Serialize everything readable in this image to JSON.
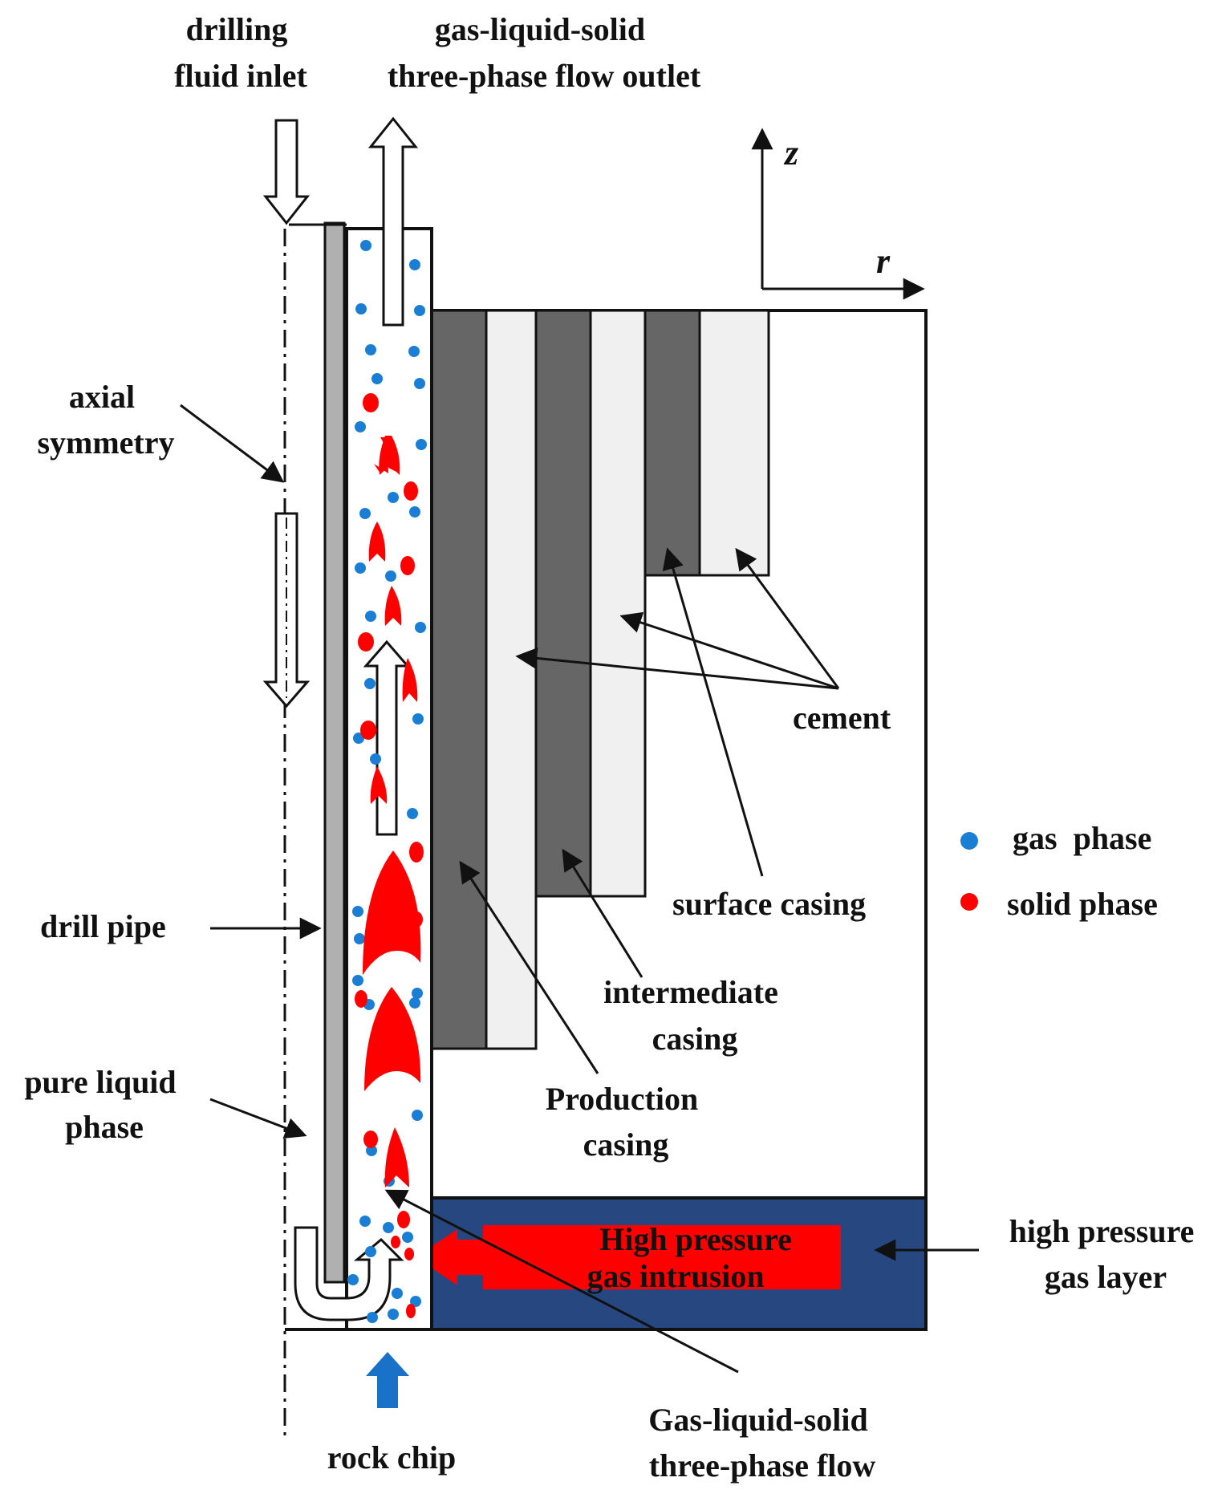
{
  "labels": {
    "drilling_fluid_inlet": [
      "drilling",
      "fluid inlet"
    ],
    "three_phase_outlet": [
      "gas-liquid-solid",
      "three-phase flow outlet"
    ],
    "axial_symmetry": [
      "axial",
      "symmetry"
    ],
    "drill_pipe": "drill pipe",
    "pure_liquid_phase": [
      "pure liquid",
      "phase"
    ],
    "cement": "cement",
    "surface_casing": "surface casing",
    "intermediate_casing": [
      "intermediate",
      "casing"
    ],
    "production_casing": [
      "Production",
      "casing"
    ],
    "high_pressure_gas_intrusion": [
      "High pressure",
      "gas intrusion"
    ],
    "high_pressure_gas_layer": [
      "high pressure",
      "gas layer"
    ],
    "rock_chip": "rock chip",
    "three_phase_flow": [
      "Gas-liquid-solid",
      "three-phase flow"
    ],
    "axis_z": "z",
    "axis_r": "r"
  },
  "legend": [
    {
      "label": "gas  phase",
      "color": "#1a7fd4"
    },
    {
      "label": "solid phase",
      "color": "#ff0000"
    }
  ],
  "colors": {
    "casing_dark": "#666666",
    "cement_light": "#f0f0f0",
    "drill_pipe": "#b0b0b0",
    "gas_layer": "#26477f",
    "intrusion_red": "#ff0000",
    "gas_blue": "#1a7fd4",
    "rock_chip_arrow": "#1a72c8"
  }
}
